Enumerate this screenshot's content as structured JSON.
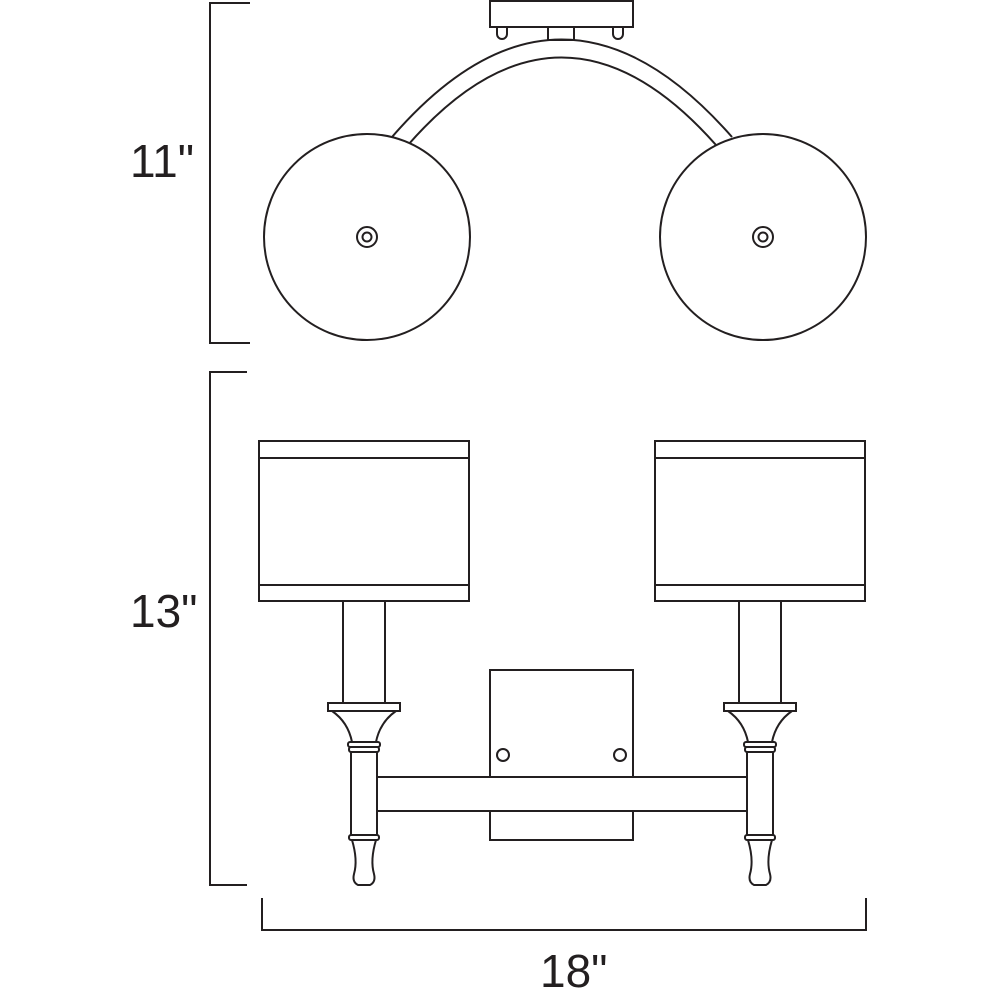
{
  "dimensions": {
    "depth": "11\"",
    "height": "13\"",
    "width": "18\""
  }
}
